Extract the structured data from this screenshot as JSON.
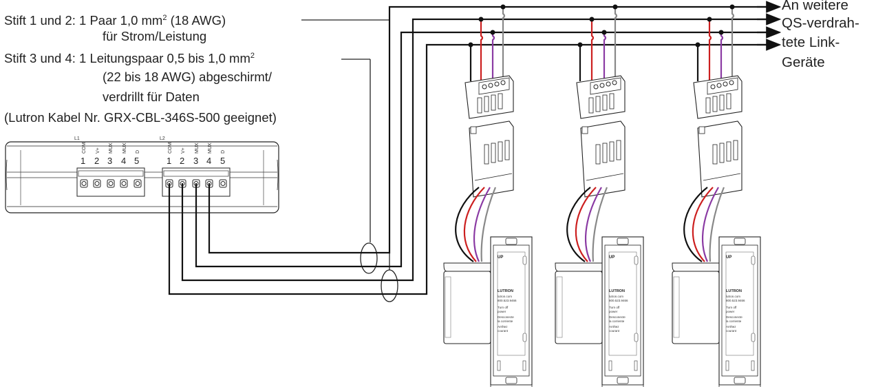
{
  "spec": {
    "line1_prefix": "Stift 1 und 2:",
    "line1_text": "1 Paar 1,0 mm",
    "line1_sup": "2",
    "line1_suffix": " (18 AWG)",
    "line2": "für Strom/Leistung",
    "line3_prefix": "Stift 3 und 4:",
    "line3_text": "1 Leitungspaar 0,5 bis 1,0 mm",
    "line3_sup": "2",
    "line4": "(22 bis 18 AWG) abgeschirmt/",
    "line5": "verdrillt für Daten",
    "line6": "(Lutron Kabel Nr. GRX-CBL-346S-500 geeignet)"
  },
  "right_label": [
    "An weitere",
    "QS-verdrah-",
    "tete Link-",
    "Geräte"
  ],
  "controller": {
    "group1": "L1",
    "group2": "L2",
    "pin_labels": [
      "COM",
      "V+",
      "MUX",
      "MUX",
      "D"
    ],
    "pin_numbers": [
      "1",
      "2",
      "3",
      "4",
      "5"
    ]
  },
  "keypad": {
    "up_label": "UP",
    "brand": "LUTRON",
    "site": "lutron.com",
    "phone": "800.523.9466",
    "warning": [
      "Turn off",
      "power",
      "Desconecte",
      "la corriente",
      "Arrêtez",
      "courant"
    ]
  },
  "wire_colors": {
    "black": "#111111",
    "red": "#cc1f1f",
    "purple": "#8a3aa3",
    "gray": "#888888"
  }
}
